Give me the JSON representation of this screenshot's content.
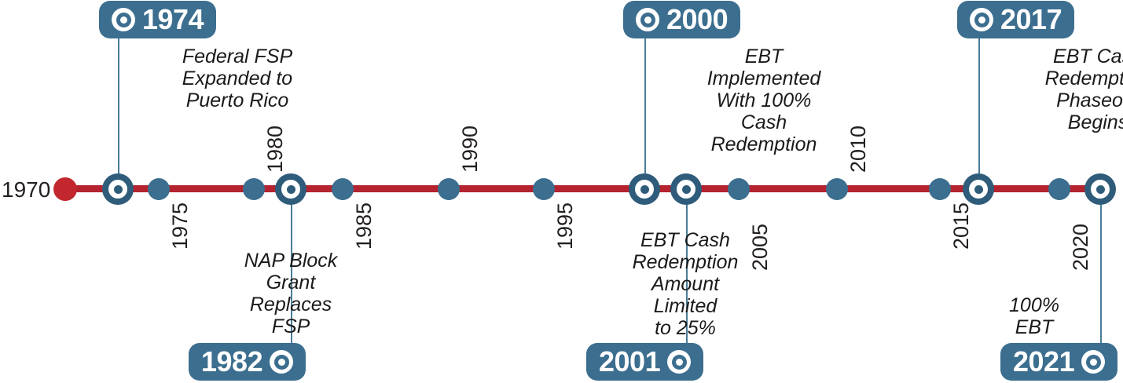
{
  "chart_data": {
    "type": "timeline",
    "title": "",
    "axis": {
      "start_label": "1970",
      "range": [
        1970,
        2021
      ],
      "line_color": "#b4232f",
      "start_dot_color": "#c1272d",
      "marker_color": "#3c6e8f",
      "ring_color": "#2e5c7a"
    },
    "tick_years": [
      {
        "label": "1975",
        "year": 1975,
        "side": "below"
      },
      {
        "label": "1980",
        "year": 1980,
        "side": "above"
      },
      {
        "label": "1985",
        "year": 1985,
        "side": "below"
      },
      {
        "label": "1990",
        "year": 1990,
        "side": "above"
      },
      {
        "label": "1995",
        "year": 1995,
        "side": "below"
      },
      {
        "label": "2005",
        "year": 2005,
        "side": "below"
      },
      {
        "label": "2010",
        "year": 2010,
        "side": "above"
      },
      {
        "label": "2015",
        "year": 2015,
        "side": "below"
      },
      {
        "label": "2020",
        "year": 2020,
        "side": "below"
      }
    ],
    "events": [
      {
        "year": "1974",
        "text": "Federal FSP\nExpanded to\nPuerto Rico",
        "side": "above"
      },
      {
        "year": "1982",
        "text": "NAP Block\nGrant\nReplaces\nFSP",
        "side": "below"
      },
      {
        "year": "2000",
        "text": "EBT\nImplemented\nWith 100%\nCash\nRedemption",
        "side": "above"
      },
      {
        "year": "2001",
        "text": "EBT Cash\nRedemption\nAmount\nLimited\nto 25%",
        "side": "below"
      },
      {
        "year": "2017",
        "text": "EBT Cash\nRedemption\nPhaseout\nBegins",
        "side": "above"
      },
      {
        "year": "2021",
        "text": "100%\nEBT",
        "side": "below"
      }
    ]
  },
  "axis": {
    "start_label": "1970"
  },
  "ticks": {
    "t1975": "1975",
    "t1980": "1980",
    "t1985": "1985",
    "t1990": "1990",
    "t1995": "1995",
    "t2005": "2005",
    "t2010": "2010",
    "t2015": "2015",
    "t2020": "2020"
  },
  "events": {
    "e1974": {
      "year": "1974",
      "text": "Federal FSP\nExpanded to\nPuerto Rico"
    },
    "e1982": {
      "year": "1982",
      "text": "NAP Block\nGrant\nReplaces\nFSP"
    },
    "e2000": {
      "year": "2000",
      "text": "EBT\nImplemented\nWith 100%\nCash\nRedemption"
    },
    "e2001": {
      "year": "2001",
      "text": "EBT Cash\nRedemption\nAmount\nLimited\nto 25%"
    },
    "e2017": {
      "year": "2017",
      "text": "EBT Cash\nRedemption\nPhaseout\nBegins"
    },
    "e2021": {
      "year": "2021",
      "text": "100%\nEBT"
    }
  },
  "colors": {
    "timeline_red": "#b4232f",
    "start_dot_red": "#c1272d",
    "badge_blue": "#3c6e8f",
    "ring_blue": "#2e5c7a",
    "stem_blue": "#4a7c99",
    "text_black": "#231f20"
  }
}
